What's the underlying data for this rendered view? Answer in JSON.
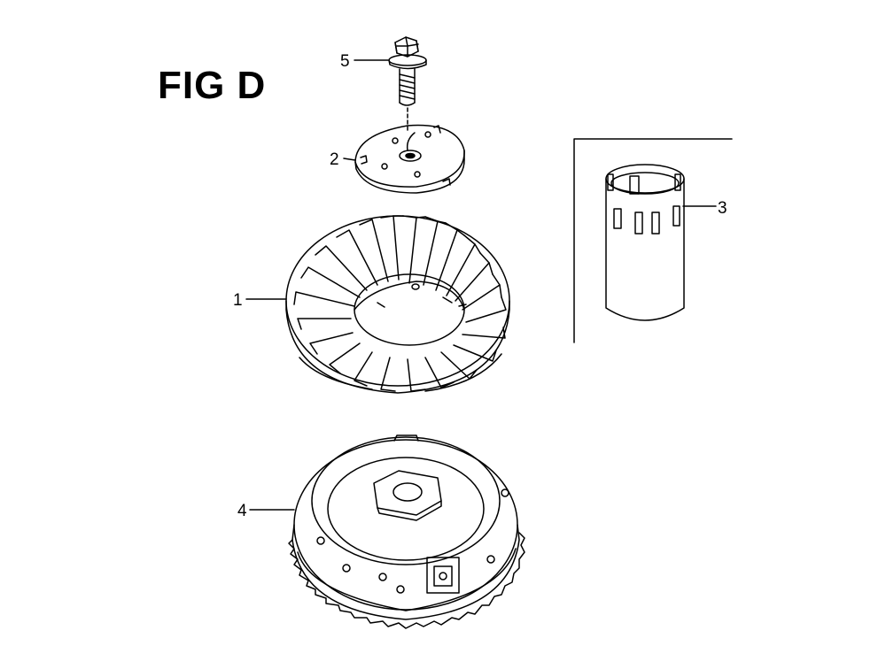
{
  "figure": {
    "title": "FIG D"
  },
  "callouts": [
    {
      "id": "1",
      "label": "1",
      "part": "cooling-fan"
    },
    {
      "id": "2",
      "label": "2",
      "part": "fan-plate"
    },
    {
      "id": "3",
      "label": "3",
      "part": "collar-sleeve"
    },
    {
      "id": "4",
      "label": "4",
      "part": "flywheel"
    },
    {
      "id": "5",
      "label": "5",
      "part": "flange-bolt"
    }
  ],
  "colors": {
    "line": "#000000",
    "background": "#ffffff"
  }
}
